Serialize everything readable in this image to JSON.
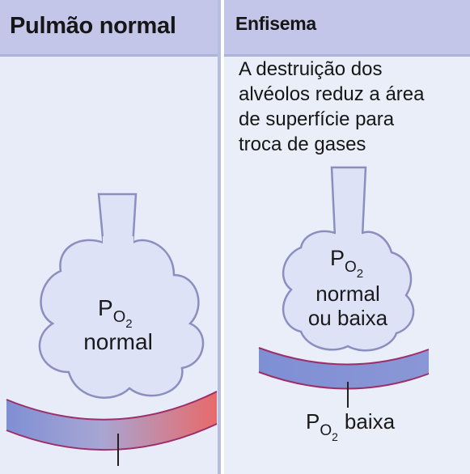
{
  "left_panel": {
    "title": "Pulmão normal",
    "alveolus_label": {
      "main": "P",
      "sub1": "O",
      "sub2": "2",
      "value": "normal"
    }
  },
  "right_panel": {
    "title": "Enfisema",
    "description_lines": [
      "A destruição dos",
      "alvéolos reduz a área",
      "de superfície para",
      "troca de gases"
    ],
    "alveolus_label": {
      "main": "P",
      "sub1": "O",
      "sub2": "2",
      "value_line1": "normal",
      "value_line2": "ou baixa"
    },
    "capillary_label": {
      "main": "P",
      "sub1": "O",
      "sub2": "2",
      "value": "baixa"
    }
  },
  "colors": {
    "header": "#c3c6e8",
    "panel_bg": "#e7ecf8",
    "alveolus_fill": "#dde2f7",
    "alveolus_stroke": "#8b8fbf",
    "capillary_blue": "#7f8fd4",
    "capillary_red": "#e86a6a"
  }
}
